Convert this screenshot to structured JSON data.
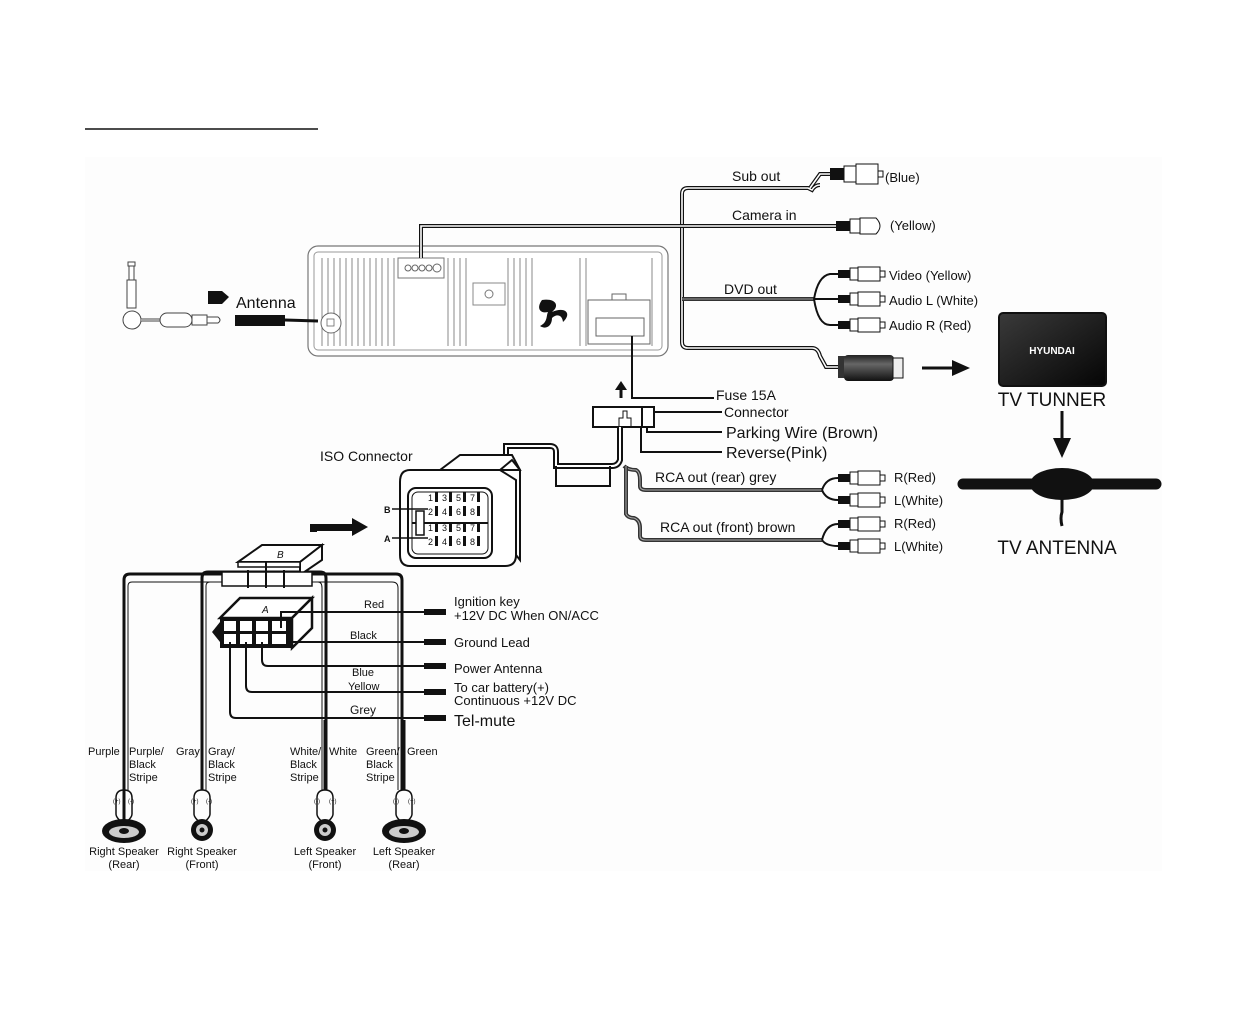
{
  "colors": {
    "background": "#ffffff",
    "panel": "#fdfdfd",
    "ink": "#111111",
    "tuner_box": "#1a1a1a"
  },
  "head_unit": {
    "antenna_label": "Antenna"
  },
  "outputs": {
    "sub_out": {
      "label": "Sub out",
      "plug": "(Blue)"
    },
    "camera_in": {
      "label": "Camera in",
      "plug": "(Yellow)"
    },
    "dvd_out": {
      "label": "DVD out",
      "plugs": [
        "Video (Yellow)",
        "Audio L (White)",
        "Audio R (Red)"
      ]
    }
  },
  "tv": {
    "brand": "HYUNDAI",
    "tuner_label": "TV TUNNER",
    "antenna_label": "TV ANTENNA"
  },
  "connector_block": {
    "fuse": "Fuse 15A",
    "connector": "Connector",
    "parking": "Parking Wire (Brown)",
    "reverse": "Reverse(Pink)"
  },
  "rca": {
    "rear": {
      "label": "RCA out (rear) grey",
      "plugs": [
        "R(Red)",
        "L(White)"
      ]
    },
    "front": {
      "label": "RCA out (front) brown",
      "plugs": [
        "R(Red)",
        "L(White)"
      ]
    }
  },
  "iso": {
    "title": "ISO Connector",
    "row_b_label": "B",
    "row_a_label": "A",
    "pins_top": [
      "1",
      "3",
      "5",
      "7"
    ],
    "pins_bottom": [
      "2",
      "4",
      "6",
      "8"
    ],
    "block_b": "B",
    "block_a": "A"
  },
  "power_wires": [
    {
      "color": "Red",
      "desc": [
        "Ignition key",
        "+12V DC When ON/ACC"
      ]
    },
    {
      "color": "Black",
      "desc": [
        "Ground Lead"
      ]
    },
    {
      "color": "Blue",
      "desc": [
        "Power Antenna"
      ]
    },
    {
      "color": "Yellow",
      "desc": [
        "To car battery(+)",
        "Continuous +12V DC"
      ]
    },
    {
      "color": "Grey",
      "desc": [
        "Tel-mute"
      ]
    }
  ],
  "speakers": [
    {
      "neg": "Purple",
      "pos": [
        "Purple/",
        "Black",
        "Stripe"
      ],
      "name": [
        "Right Speaker",
        "(Rear)"
      ],
      "type": "oval"
    },
    {
      "neg": "Gray",
      "pos": [
        "Gray/",
        "Black",
        "Stripe"
      ],
      "name": [
        "Right Speaker",
        "(Front)"
      ],
      "type": "round"
    },
    {
      "neg": [
        "White/",
        "Black",
        "Stripe"
      ],
      "pos": "White",
      "name": [
        "Left Speaker",
        "(Front)"
      ],
      "type": "round"
    },
    {
      "neg": [
        "Green/",
        "Black",
        "Stripe"
      ],
      "pos": "Green",
      "name": [
        "Left Speaker",
        "(Rear)"
      ],
      "type": "oval"
    }
  ],
  "polarity": {
    "plus": "(+)",
    "minus": "(-)"
  }
}
